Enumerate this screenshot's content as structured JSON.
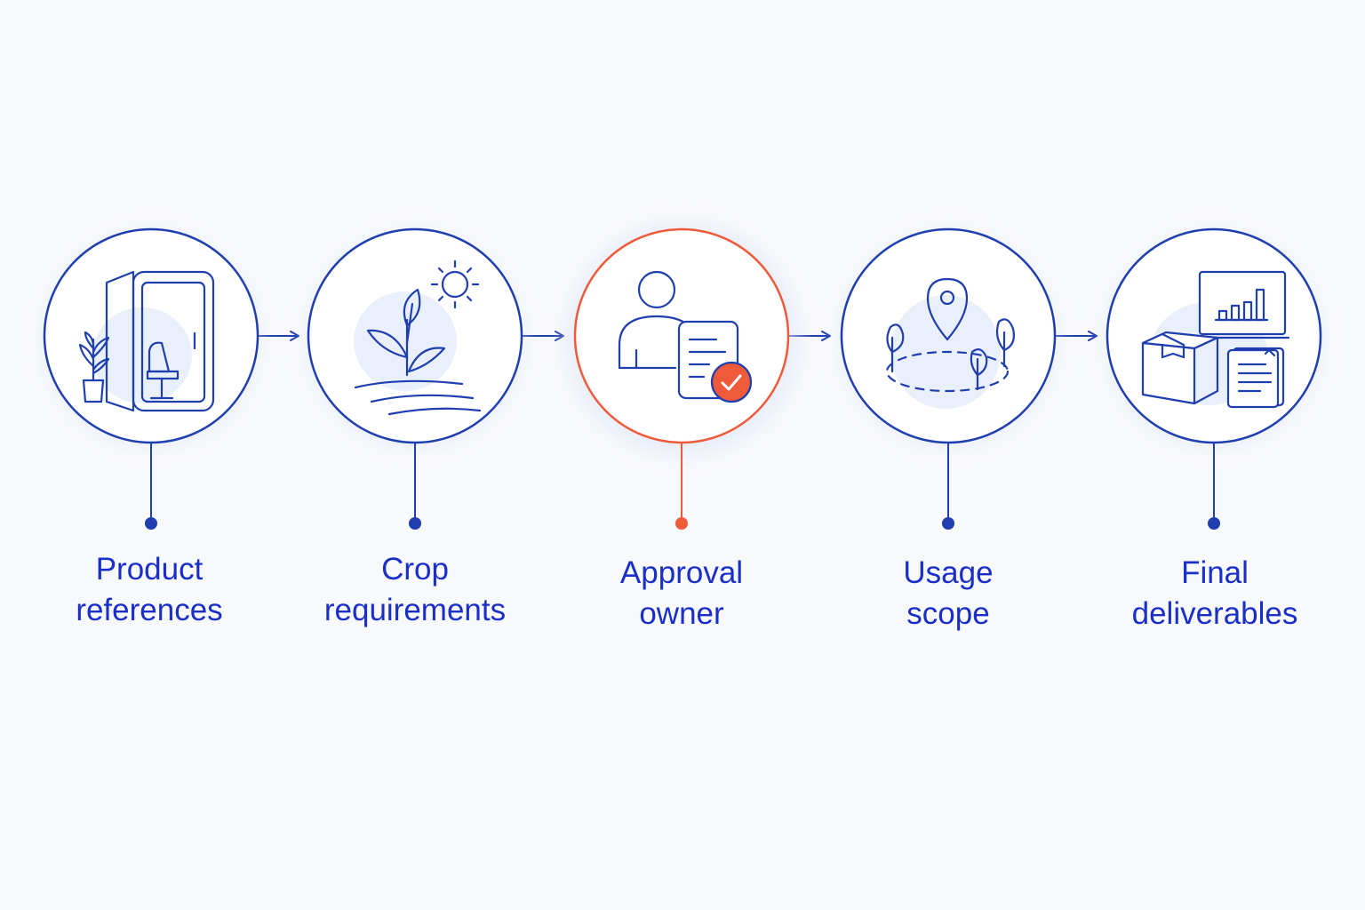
{
  "colors": {
    "primary": "#1f3eb0",
    "label_text": "#1a2fc8",
    "highlight": "#ef5a3a",
    "halo": "#e7eefb",
    "background": "#f8f9fb"
  },
  "steps": [
    {
      "line1": "Product",
      "line2": "references",
      "icon": "phone-booth-with-plant-icon",
      "highlight": false
    },
    {
      "line1": "Crop",
      "line2": "requirements",
      "icon": "plant-with-sun-icon",
      "highlight": false
    },
    {
      "line1": "Approval",
      "line2": "owner",
      "icon": "person-with-approved-document-icon",
      "highlight": true
    },
    {
      "line1": "Usage",
      "line2": "scope",
      "icon": "location-pin-with-trees-icon",
      "highlight": false
    },
    {
      "line1": "Final",
      "line2": "deliverables",
      "icon": "box-chart-document-icon",
      "highlight": false
    }
  ]
}
